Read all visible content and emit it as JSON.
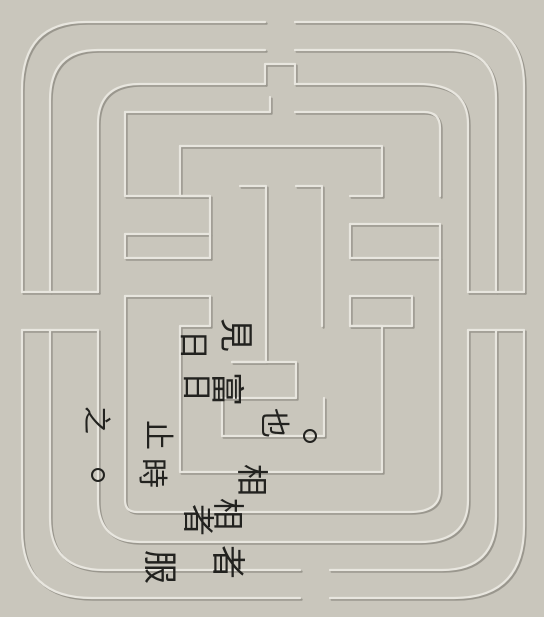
{
  "background_color": "#c9c6bc",
  "relief_light": "#e8e6df",
  "relief_shadow": "#9a978e",
  "ink_color": "#22221f",
  "inscription": {
    "glyphs": [
      "見",
      "日",
      "富",
      "日",
      "也",
      "止",
      "之",
      "相",
      "時",
      "者",
      "相",
      "者",
      "服"
    ]
  }
}
